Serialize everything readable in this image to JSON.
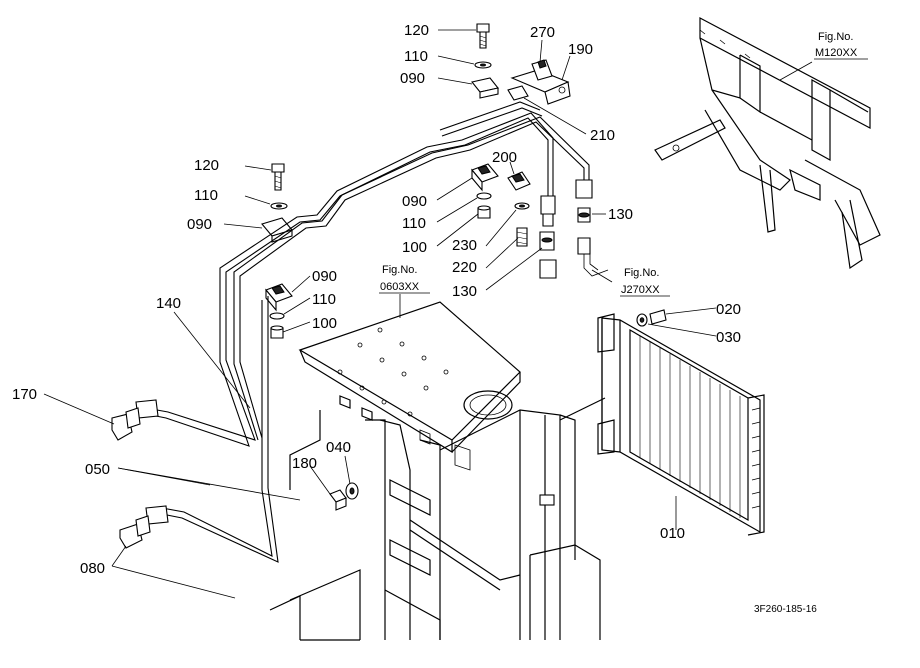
{
  "part_labels": {
    "p120a": "120",
    "p110a": "110",
    "p090a": "090",
    "p270": "270",
    "p190": "190",
    "p210": "210",
    "p120b": "120",
    "p110b": "110",
    "p090b": "090",
    "p090c": "090",
    "p110c": "110",
    "p100a": "100",
    "p200": "200",
    "p230": "230",
    "p220": "220",
    "p130a": "130",
    "p130b": "130",
    "p090d": "090",
    "p110d": "110",
    "p100b": "100",
    "p140": "140",
    "p170": "170",
    "p050": "050",
    "p080": "080",
    "p180": "180",
    "p040": "040",
    "p020": "020",
    "p030": "030",
    "p010": "010"
  },
  "figure_refs": {
    "m120": {
      "caption": "Fig.No.",
      "number": "M120XX"
    },
    "f0603": {
      "caption": "Fig.No.",
      "number": "0603XX"
    },
    "j270": {
      "caption": "Fig.No.",
      "number": "J270XX"
    }
  },
  "drawing_code": "3F260-185-16"
}
